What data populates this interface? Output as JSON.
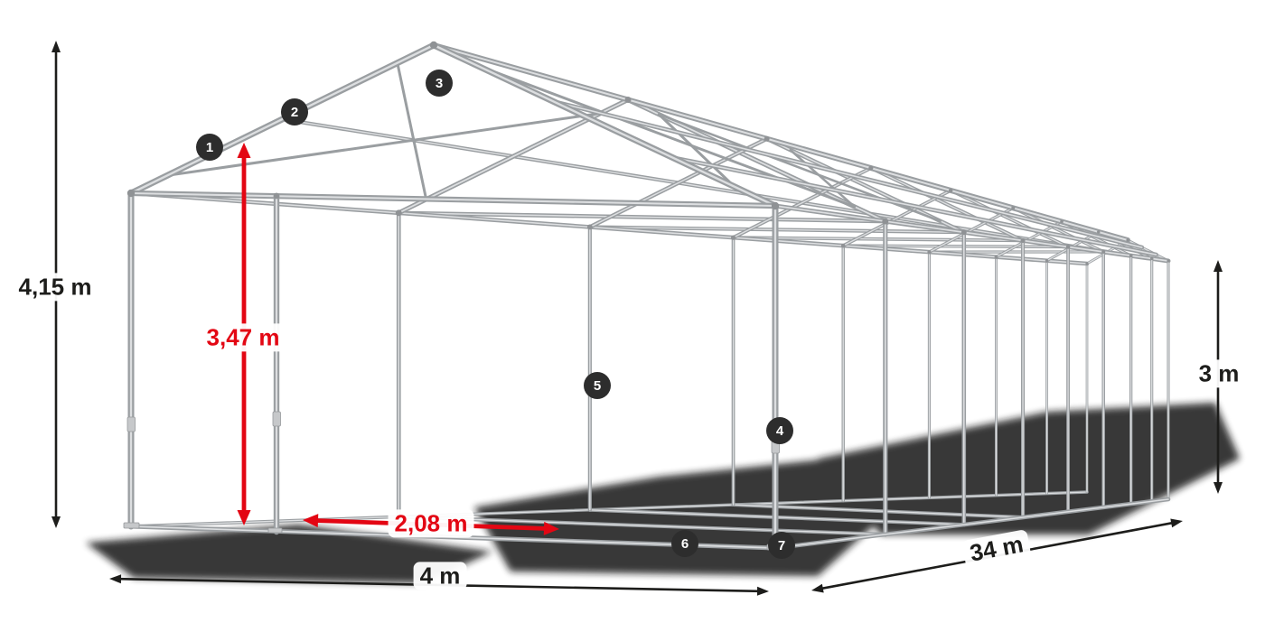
{
  "diagram": {
    "dimensions": {
      "total_height": "4,15 m",
      "inner_height": "3,47 m",
      "post_spacing": "2,08 m",
      "side_height": "3 m",
      "width": "4 m",
      "length": "34 m"
    },
    "markers": [
      "1",
      "2",
      "3",
      "4",
      "5",
      "6",
      "7"
    ],
    "colors": {
      "frame_tube": "#9a9ea1",
      "frame_highlight": "#dcdee0",
      "joint_gray": "#8f9295",
      "dimension_red": "#e30613",
      "dimension_black": "#1d1d1b",
      "marker_background": "#2d2d2d",
      "background": "#ffffff"
    }
  }
}
